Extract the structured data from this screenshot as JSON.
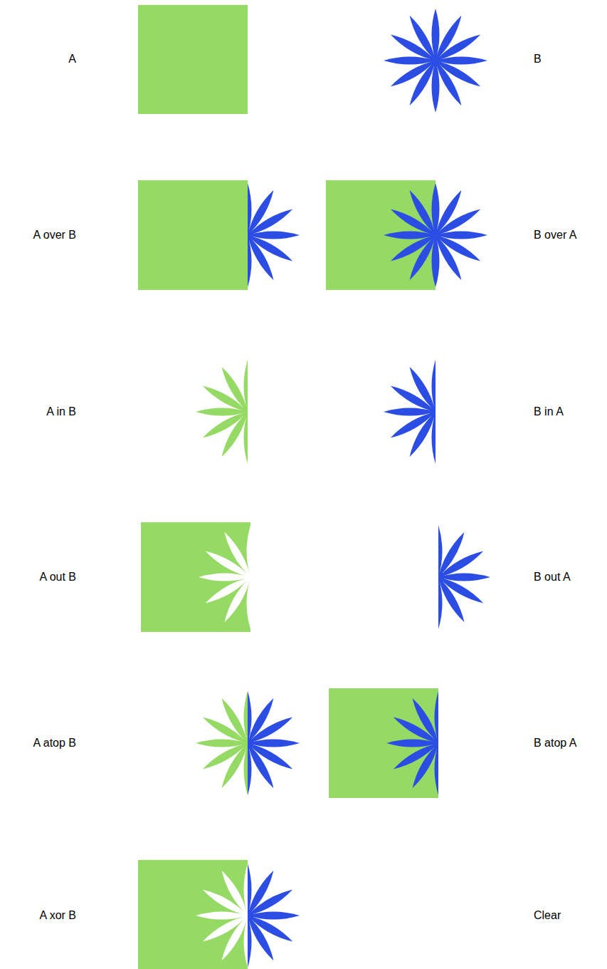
{
  "diagram": {
    "labels": [
      "A",
      "B",
      "A over B",
      "B over A",
      "A in B",
      "B in A",
      "A out B",
      "B out A",
      "A atop B",
      "B atop A",
      "A xor B",
      "Clear"
    ]
  }
}
